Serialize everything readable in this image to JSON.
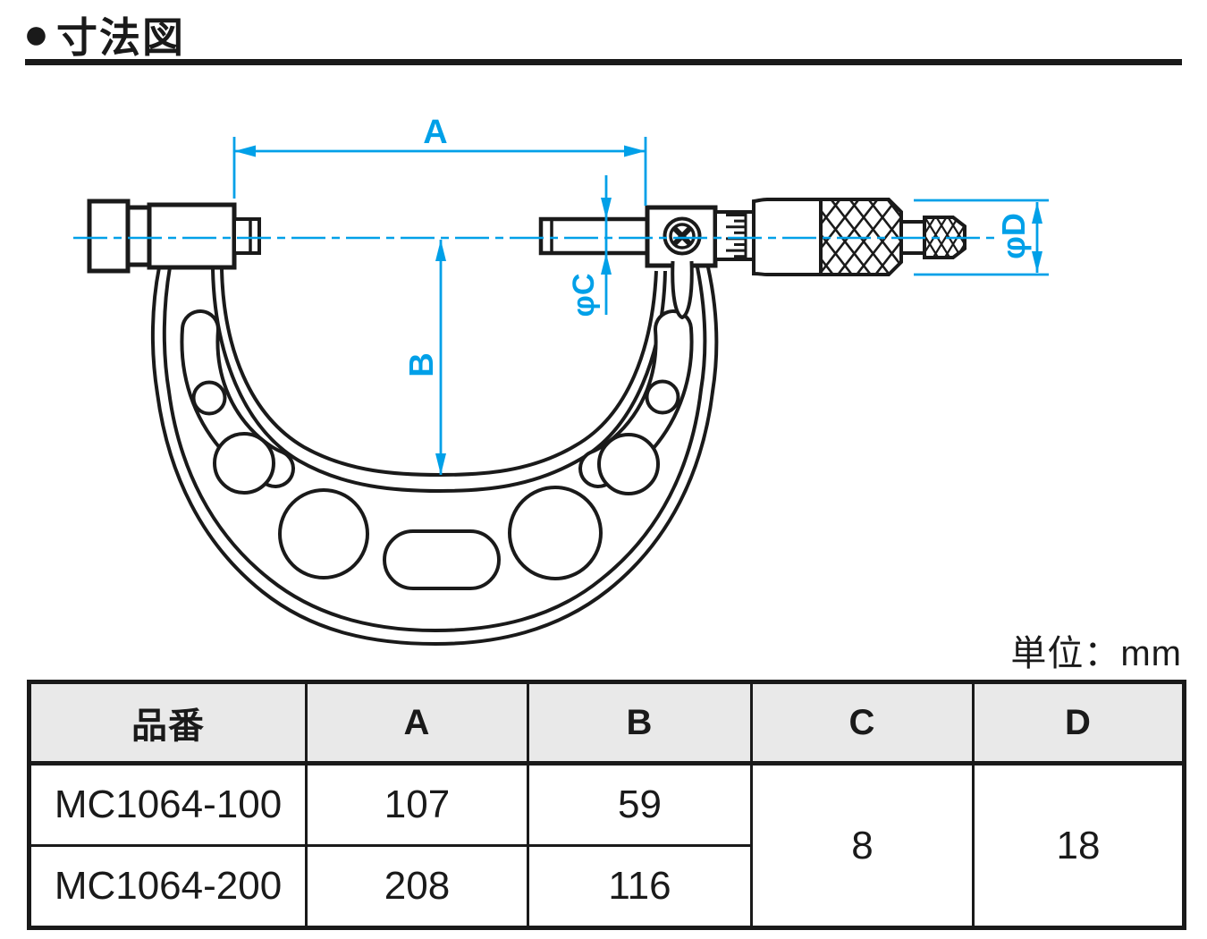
{
  "header": {
    "bullet": "●",
    "title": "寸法図"
  },
  "units_note": "単位：mm",
  "diagram": {
    "type": "technical-drawing",
    "subject": "outside-micrometer-dimension-drawing",
    "dimension_labels": {
      "a": "A",
      "b": "B",
      "c": "φC",
      "d": "φD"
    },
    "colors": {
      "dimension_blue": "#00a0e8",
      "line_black": "#1a1a1a"
    }
  },
  "table": {
    "header_bg": "#e9e9e9",
    "headers": [
      "品番",
      "A",
      "B",
      "C",
      "D"
    ],
    "rows": [
      {
        "part_no": "MC1064-100",
        "a": "107",
        "b": "59"
      },
      {
        "part_no": "MC1064-200",
        "a": "208",
        "b": "116"
      }
    ],
    "merged": {
      "c": "8",
      "d": "18"
    }
  }
}
